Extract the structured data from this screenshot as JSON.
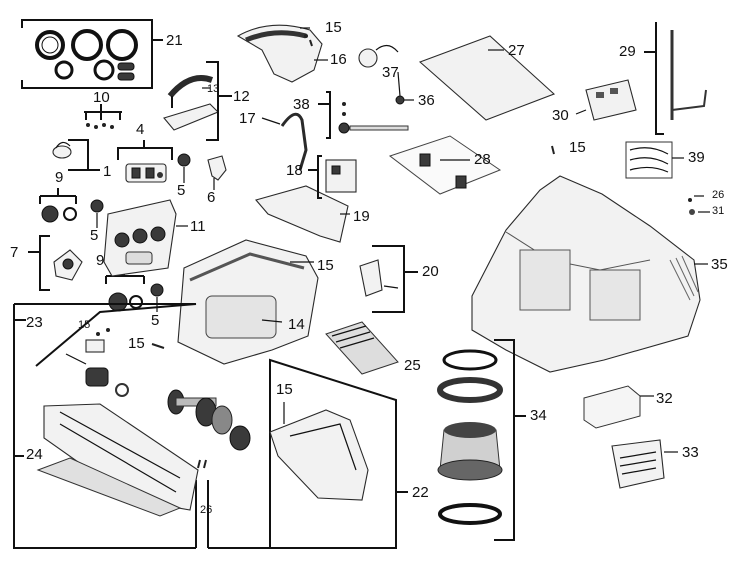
{
  "callouts": {
    "n1": "1",
    "n4": "4",
    "n5a": "5",
    "n5b": "5",
    "n5c": "5",
    "n6": "6",
    "n7": "7",
    "n9a": "9",
    "n9b": "9",
    "n10": "10",
    "n11": "11",
    "n12": "12",
    "n13": "13",
    "n14": "14",
    "n15a": "15",
    "n15b": "15",
    "n15c": "15",
    "n15d": "15",
    "n15e": "15",
    "n15f": "15",
    "n16": "16",
    "n17": "17",
    "n18": "18",
    "n19": "19",
    "n20": "20",
    "n21": "21",
    "n22": "22",
    "n23": "23",
    "n24": "24",
    "n25": "25",
    "n26a": "26",
    "n26b": "26",
    "n27": "27",
    "n28": "28",
    "n29": "29",
    "n30": "30",
    "n31": "31",
    "n32": "32",
    "n33": "33",
    "n34": "34",
    "n35": "35",
    "n36": "36",
    "n37": "37",
    "n38": "38",
    "n39": "39"
  }
}
